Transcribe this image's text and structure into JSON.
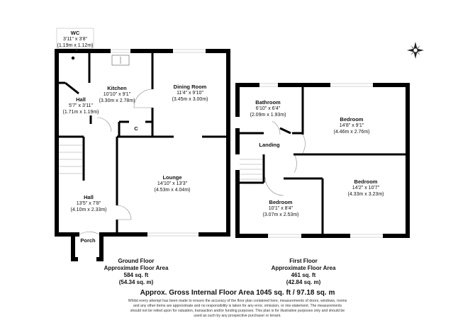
{
  "ground_floor": {
    "rooms": [
      {
        "name": "WC",
        "imperial": "3'11\" x 3'8\"",
        "metric": "(1.19m x 1.12m)"
      },
      {
        "name": "Kitchen",
        "imperial": "10'10\" x 9'1\"",
        "metric": "(3.30m x 2.78m)"
      },
      {
        "name": "Dining Room",
        "imperial": "11'4\" x 9'10\"",
        "metric": "(3.45m x 3.00m)"
      },
      {
        "name": "Hall",
        "imperial": "5'7\" x 3'11\"",
        "metric": "(1.71m x 1.19m)"
      },
      {
        "name": "Lounge",
        "imperial": "14'10\" x 13'3\"",
        "metric": "(4.53m x 4.04m)"
      },
      {
        "name": "Hall",
        "imperial": "13'5\" x 7'8\"",
        "metric": "(4.10m x 2.33m)"
      },
      {
        "name": "Porch",
        "imperial": "",
        "metric": ""
      },
      {
        "name": "C",
        "imperial": "",
        "metric": ""
      }
    ],
    "title": "Ground Floor",
    "subtitle": "Approximate Floor Area",
    "sqft": "584 sq. ft",
    "sqm": "(54.34 sq. m)"
  },
  "first_floor": {
    "rooms": [
      {
        "name": "Bathroom",
        "imperial": "6'10\" x 6'4\"",
        "metric": "(2.09m x 1.93m)"
      },
      {
        "name": "Bedroom",
        "imperial": "14'8\" x 9'1\"",
        "metric": "(4.46m x 2.76m)"
      },
      {
        "name": "Landing",
        "imperial": "",
        "metric": ""
      },
      {
        "name": "Bedroom",
        "imperial": "14'2\" x 10'7\"",
        "metric": "(4.33m x 3.23m)"
      },
      {
        "name": "Bedroom",
        "imperial": "10'1\" x 8'4\"",
        "metric": "(3.07m x 2.53m)"
      }
    ],
    "title": "First Floor",
    "subtitle": "Approximate Floor Area",
    "sqft": "461 sq. ft",
    "sqm": "(42.84 sq. m)"
  },
  "gross": "Approx. Gross Internal Floor Area 1045 sq. ft / 97.18 sq. m",
  "disclaimer": "Whilst every attempt has been made to ensure the accuracy of the floor plan contained here, measurements of doors, windows, rooms and any other items are approximate and no responsibility is taken for any error, omission, or mis-statement. The measurements should not be relied upon for valuation, transaction and/or funding purposes. This plan is for illustrative purposes only and should be used as such by any prospective purchaser or tenant.",
  "compass": "compass-icon"
}
